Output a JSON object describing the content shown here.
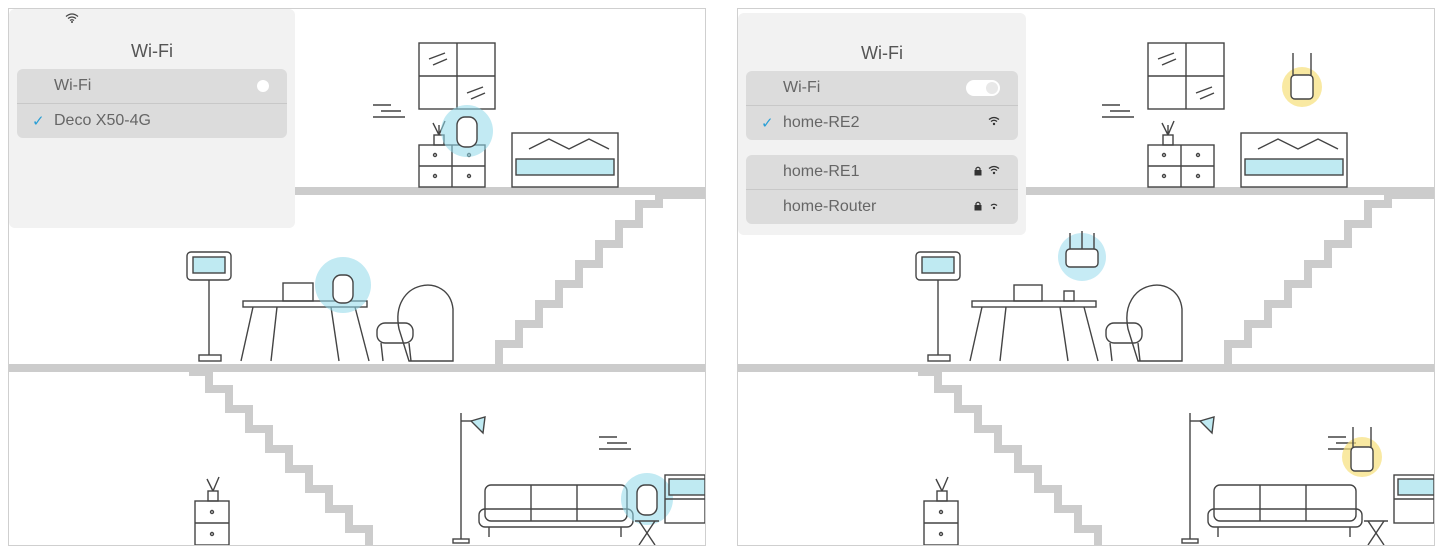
{
  "left_panel": {
    "popup_title": "Wi-Fi",
    "rows": [
      {
        "label": "Wi-Fi",
        "checked": false
      },
      {
        "label": "Deco X50-4G",
        "checked": true
      }
    ],
    "device_glow_color": "#8fd9ea"
  },
  "right_panel": {
    "popup_title": "Wi-Fi",
    "current": [
      {
        "label": "Wi-Fi"
      },
      {
        "label": "home-RE2",
        "checked": true
      }
    ],
    "others": [
      {
        "label": "home-RE1"
      },
      {
        "label": "home-Router"
      }
    ],
    "router_glow_color": "#b8e6f2",
    "extender_glow_color": "#f7df7a"
  },
  "colors": {
    "accent": "#2a9fd6",
    "floor": "#cccccc",
    "furniture_fill": "#bfeaf2"
  }
}
